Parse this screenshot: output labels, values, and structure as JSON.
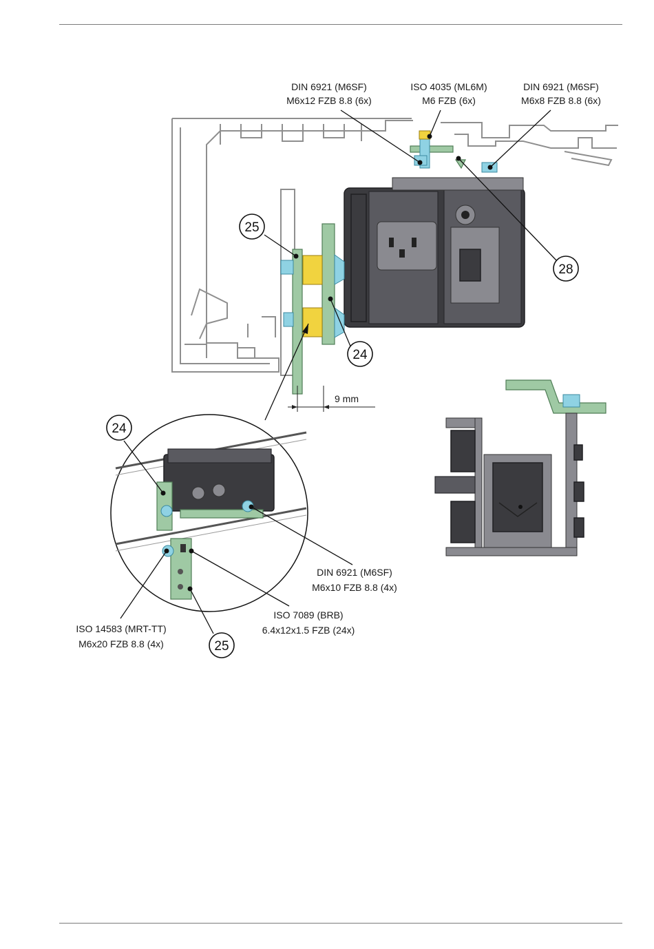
{
  "labels": {
    "din_6921_12": {
      "line1": "DIN 6921 (M6SF)",
      "line2": "M6x12 FZB 8.8 (6x)"
    },
    "iso_4035": {
      "line1": "ISO 4035 (ML6M)",
      "line2": "M6 FZB (6x)"
    },
    "din_6921_8": {
      "line1": "DIN 6921 (M6SF)",
      "line2": "M6x8 FZB 8.8 (6x)"
    },
    "din_6921_10": {
      "line1": "DIN 6921 (M6SF)",
      "line2": "M6x10 FZB 8.8 (4x)"
    },
    "iso_7089": {
      "line1": "ISO 7089 (BRB)",
      "line2": "6.4x12x1.5 FZB (24x)"
    },
    "iso_14583": {
      "line1": "ISO 14583 (MRT-TT)",
      "line2": "M6x20 FZB 8.8 (4x)"
    }
  },
  "dimension": {
    "text": "9 mm"
  },
  "callouts": {
    "c25_top": "25",
    "c28": "28",
    "c24_top": "24",
    "c24_detail": "24",
    "c25_detail": "25"
  },
  "colors": {
    "bracket_green": "#9fc9a4",
    "bolt_cyan": "#8fd2e3",
    "spacer_yellow": "#f1d33f",
    "housing_dark": "#3b3b3f",
    "profile_gray": "#8e8e8e"
  }
}
